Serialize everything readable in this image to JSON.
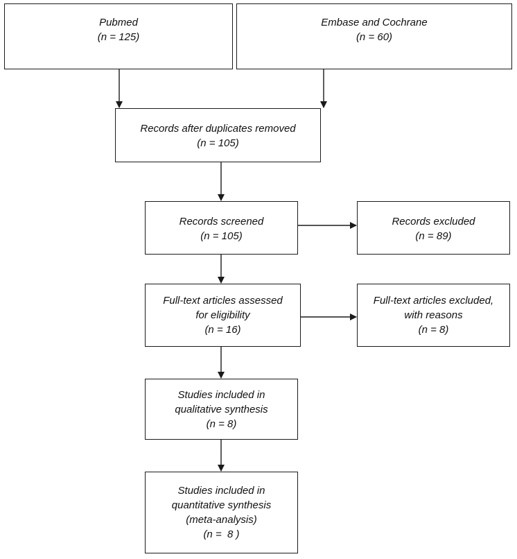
{
  "boxes": {
    "pubmed": {
      "lines": [
        "Pubmed",
        "(n = 125)"
      ]
    },
    "embase": {
      "lines": [
        "Embase and Cochrane",
        "(n = 60)"
      ]
    },
    "after_duplicates": {
      "lines": [
        "Records after duplicates removed",
        "(n = 105)"
      ]
    },
    "screened": {
      "lines": [
        "Records screened",
        "(n = 105)"
      ]
    },
    "excluded": {
      "lines": [
        "Records excluded",
        "(n = 89)"
      ]
    },
    "fulltext": {
      "lines": [
        "Full-text articles assessed",
        "for eligibility",
        "(n = 16)"
      ]
    },
    "fulltext_excluded": {
      "lines": [
        "Full-text articles excluded,",
        "with reasons",
        "(n = 8)"
      ]
    },
    "qualitative": {
      "lines": [
        "Studies included in",
        "qualitative synthesis",
        "(n = 8)"
      ]
    },
    "quantitative": {
      "lines": [
        "Studies included in",
        "quantitative synthesis",
        "(meta-analysis)",
        "(n =  8 )"
      ]
    }
  }
}
